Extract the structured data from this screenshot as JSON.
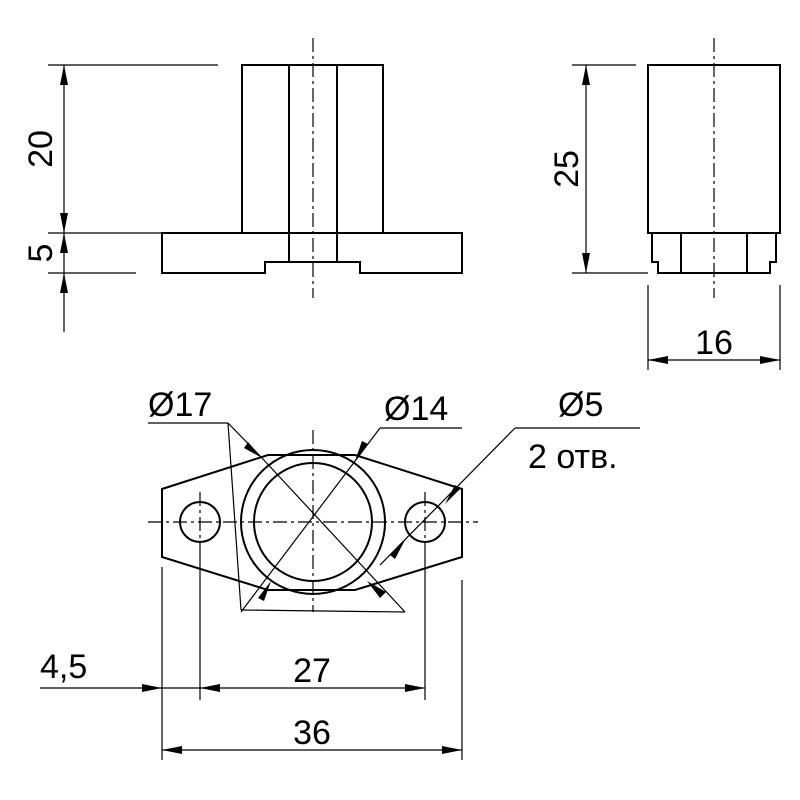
{
  "front_view": {
    "dim_height_upper": "20",
    "dim_height_base": "5"
  },
  "side_view": {
    "dim_height_total": "25",
    "dim_width": "16"
  },
  "top_view": {
    "dia_flange": "Ø17",
    "dia_bore": "Ø14",
    "dia_holes": "Ø5",
    "holes_count": "2 отв.",
    "dim_edge_offset": "4,5",
    "dim_hole_spacing": "27",
    "dim_overall_length": "36"
  }
}
